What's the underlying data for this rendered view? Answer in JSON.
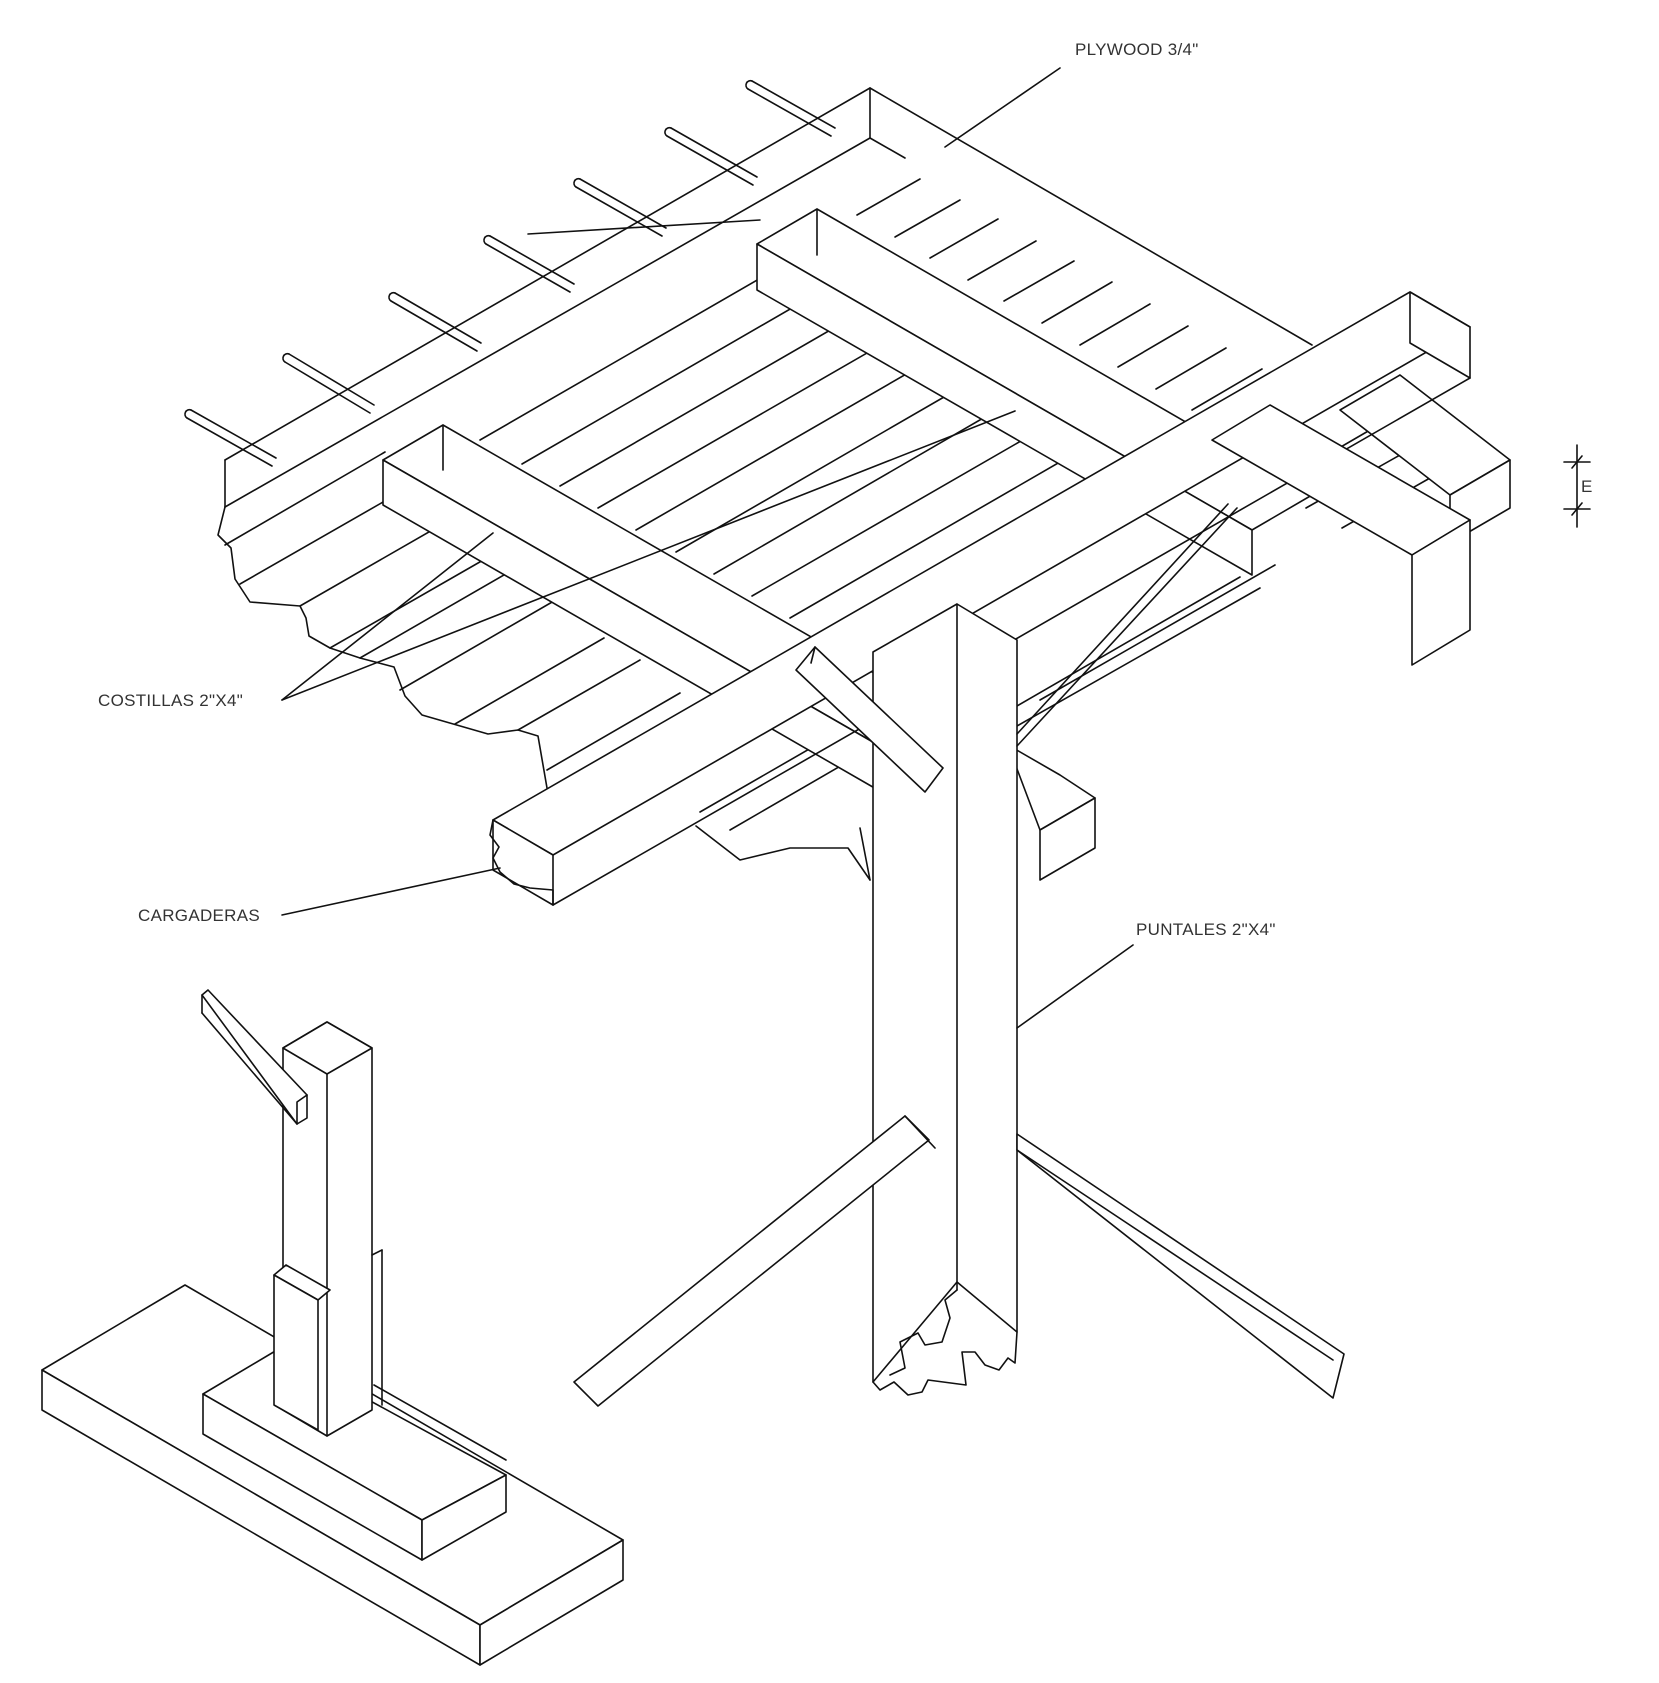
{
  "labels": {
    "plywood": "PLYWOOD 3/4\"",
    "costillas": "COSTILLAS 2\"X4\"",
    "cargaderas": "CARGADERAS",
    "puntales": "PUNTALES 2\"X4\"",
    "dimension": "E"
  },
  "colors": {
    "line": "#111111",
    "text": "#333333",
    "background": "#ffffff"
  }
}
